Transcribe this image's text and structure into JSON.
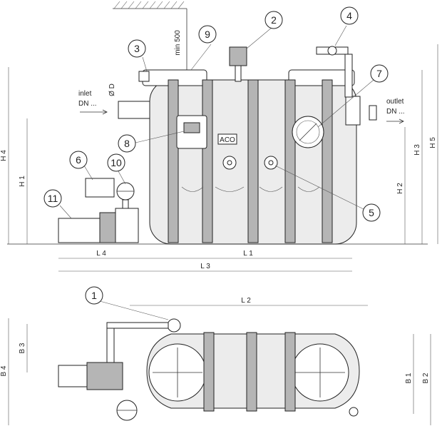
{
  "callouts": {
    "c1": "1",
    "c2": "2",
    "c3": "3",
    "c4": "4",
    "c5": "5",
    "c6": "6",
    "c7": "7",
    "c8": "8",
    "c9": "9",
    "c10": "10",
    "c11": "11"
  },
  "labels": {
    "min500": "min 500",
    "oD": "Ø D",
    "inlet": "inlet",
    "inlet_dn": "DN ...",
    "outlet": "outlet",
    "outlet_dn": "DN ...",
    "brand": "ACO"
  },
  "dims": {
    "H1": "H 1",
    "H2": "H 2",
    "H3": "H 3",
    "H4": "H 4",
    "H5": "H 5",
    "L1": "L 1",
    "L2": "L 2",
    "L3": "L 3",
    "L4": "L 4",
    "B1": "B 1",
    "B2": "B 2",
    "B3": "B 3",
    "B4": "B 4"
  }
}
